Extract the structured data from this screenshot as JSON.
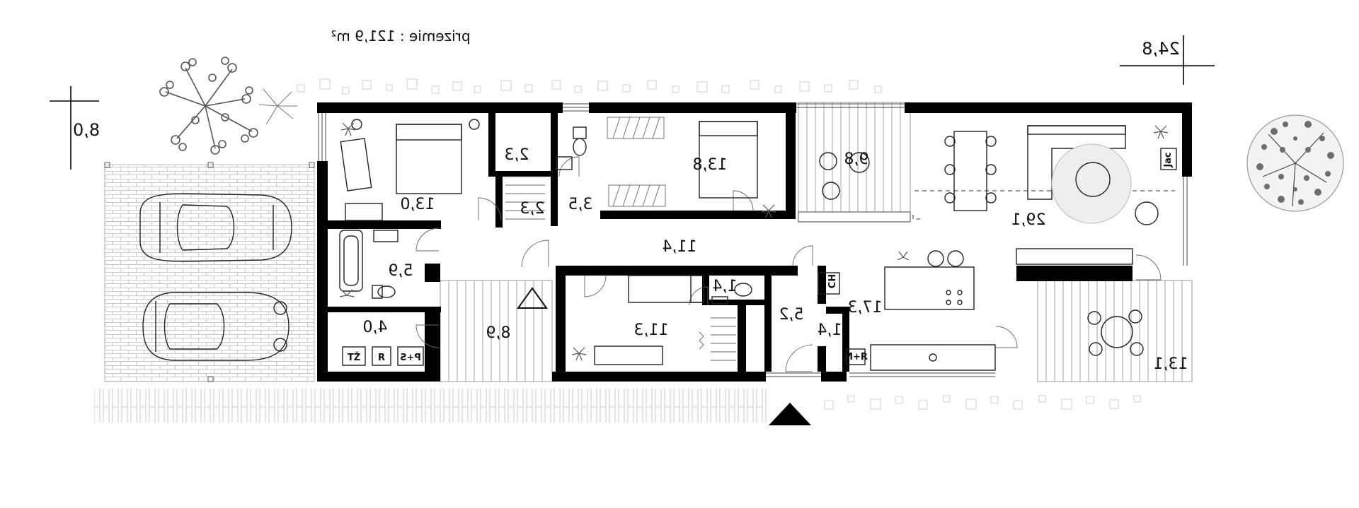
{
  "plan": {
    "title": "prizemie : 121,9 m²",
    "dimensions": {
      "width": "24,8",
      "depth": "8,0"
    },
    "rooms": [
      {
        "id": "bedroom-1",
        "area": "13,0"
      },
      {
        "id": "wc-top",
        "area": "2,3"
      },
      {
        "id": "storage-top",
        "area": "2,3"
      },
      {
        "id": "bath-top",
        "area": "3,5"
      },
      {
        "id": "bedroom-2",
        "area": "13,8"
      },
      {
        "id": "terrace-top",
        "area": "9,8"
      },
      {
        "id": "living",
        "area": "29,1"
      },
      {
        "id": "corridor",
        "area": "11,4"
      },
      {
        "id": "bathroom",
        "area": "5,9"
      },
      {
        "id": "utility",
        "area": "4,0"
      },
      {
        "id": "terrace-bottom-left",
        "area": "8,9"
      },
      {
        "id": "bedroom-3",
        "area": "11,3"
      },
      {
        "id": "wc-bottom",
        "area": "1,4"
      },
      {
        "id": "hall",
        "area": "5,2"
      },
      {
        "id": "pantry",
        "area": "1,4"
      },
      {
        "id": "kitchen",
        "area": "17,3"
      },
      {
        "id": "terrace-bottom-right",
        "area": "13,1"
      }
    ],
    "tags": {
      "tz": "TŽ",
      "r": "R",
      "ps": "P+S",
      "ch": "CH",
      "mr": "M+R",
      "jac": "Jac"
    }
  }
}
